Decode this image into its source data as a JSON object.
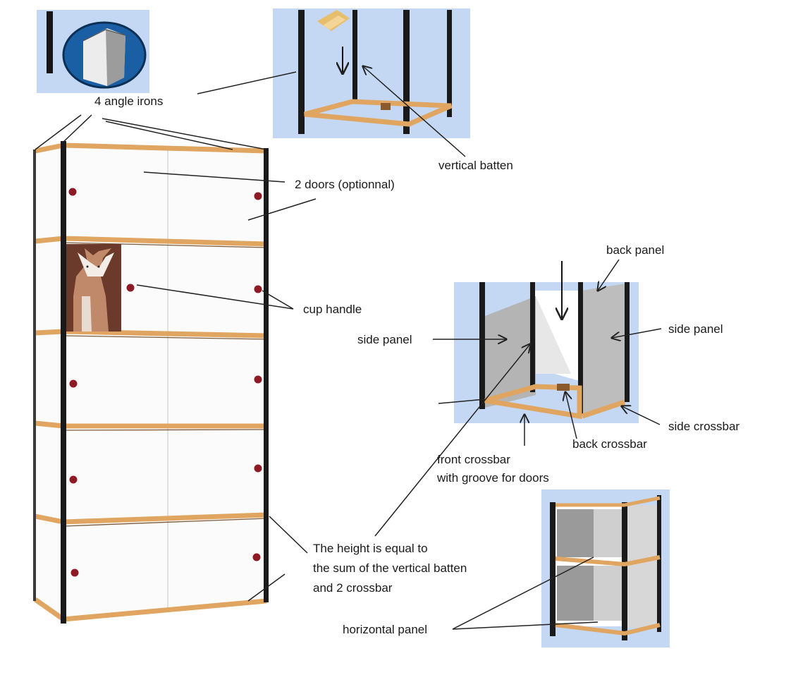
{
  "labels": {
    "angle_irons": "4 angle irons",
    "vertical_batten": "vertical batten",
    "doors": "2 doors (optionnal)",
    "back_panel": "back panel",
    "cup_handle": "cup handle",
    "side_panel_left": "side panel",
    "side_panel_right": "side panel",
    "side_crossbar": "side crossbar",
    "back_crossbar": "back crossbar",
    "front_crossbar_line1": "front crossbar",
    "front_crossbar_line2": "with groove for doors",
    "height_line1": "The height is equal to",
    "height_line2": "the sum of the vertical batten",
    "height_line3": "and 2 crossbar",
    "horizontal_panel": "horizontal panel"
  },
  "colors": {
    "panel_bg": "#c4d8f3",
    "wood": "#e0a560",
    "iron": "#1c1c1c",
    "white_panel": "#fafafa",
    "grey_panel": "#b9b9b9",
    "handle": "#8e1a26",
    "dog": "#c08a6a"
  }
}
